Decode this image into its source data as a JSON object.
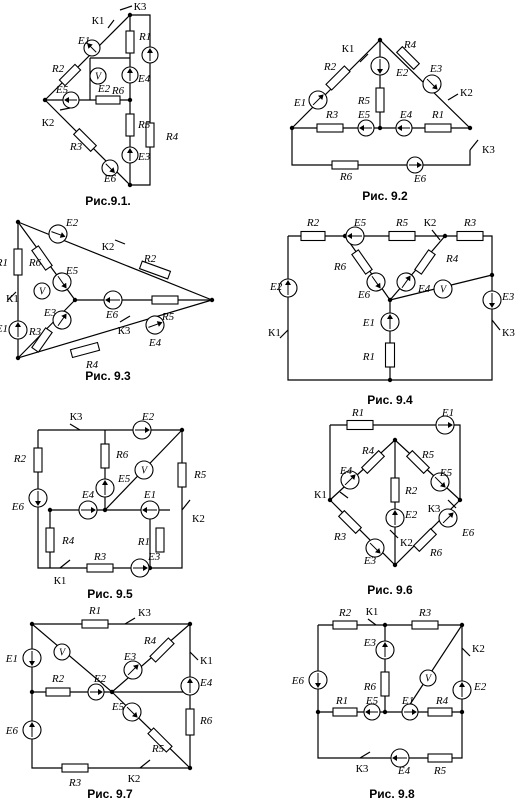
{
  "figures": [
    {
      "id": "9.1",
      "caption": "Рис.9.1.",
      "labels": [
        {
          "t": "К1",
          "k": "sw"
        },
        {
          "t": "К3",
          "k": "sw"
        },
        {
          "t": "К2",
          "k": "sw"
        },
        {
          "t": "R1",
          "k": "r"
        },
        {
          "t": "R2",
          "k": "r"
        },
        {
          "t": "R3",
          "k": "r"
        },
        {
          "t": "R4",
          "k": "r"
        },
        {
          "t": "R5",
          "k": "r"
        },
        {
          "t": "R6",
          "k": "r"
        },
        {
          "t": "E1",
          "k": "e"
        },
        {
          "t": "E2",
          "k": "e"
        },
        {
          "t": "E3",
          "k": "e"
        },
        {
          "t": "E4",
          "k": "e"
        },
        {
          "t": "E5",
          "k": "e"
        },
        {
          "t": "E6",
          "k": "e"
        }
      ]
    },
    {
      "id": "9.2",
      "caption": "Рис. 9.2",
      "labels": [
        {
          "t": "К1",
          "k": "sw"
        },
        {
          "t": "К2",
          "k": "sw"
        },
        {
          "t": "К3",
          "k": "sw"
        },
        {
          "t": "R1",
          "k": "r"
        },
        {
          "t": "R2",
          "k": "r"
        },
        {
          "t": "R3",
          "k": "r"
        },
        {
          "t": "R4",
          "k": "r"
        },
        {
          "t": "R5",
          "k": "r"
        },
        {
          "t": "R6",
          "k": "r"
        },
        {
          "t": "E1",
          "k": "e"
        },
        {
          "t": "E2",
          "k": "e"
        },
        {
          "t": "E3",
          "k": "e"
        },
        {
          "t": "E4",
          "k": "e"
        },
        {
          "t": "E5",
          "k": "e"
        },
        {
          "t": "E6",
          "k": "e"
        }
      ]
    },
    {
      "id": "9.3",
      "caption": "Рис. 9.3",
      "labels": [
        {
          "t": "К1",
          "k": "sw"
        },
        {
          "t": "К2",
          "k": "sw"
        },
        {
          "t": "К3",
          "k": "sw"
        },
        {
          "t": "R1",
          "k": "r"
        },
        {
          "t": "R2",
          "k": "r"
        },
        {
          "t": "R3",
          "k": "r"
        },
        {
          "t": "R4",
          "k": "r"
        },
        {
          "t": "R5",
          "k": "r"
        },
        {
          "t": "R6",
          "k": "r"
        },
        {
          "t": "E1",
          "k": "e"
        },
        {
          "t": "E2",
          "k": "e"
        },
        {
          "t": "E3",
          "k": "e"
        },
        {
          "t": "E4",
          "k": "e"
        },
        {
          "t": "E5",
          "k": "e"
        },
        {
          "t": "E6",
          "k": "e"
        }
      ]
    },
    {
      "id": "9.4",
      "caption": "Рис. 9.4",
      "labels": [
        {
          "t": "К1",
          "k": "sw"
        },
        {
          "t": "К2",
          "k": "sw"
        },
        {
          "t": "К3",
          "k": "sw"
        },
        {
          "t": "R1",
          "k": "r"
        },
        {
          "t": "R2",
          "k": "r"
        },
        {
          "t": "R3",
          "k": "r"
        },
        {
          "t": "R4",
          "k": "r"
        },
        {
          "t": "R5",
          "k": "r"
        },
        {
          "t": "R6",
          "k": "r"
        },
        {
          "t": "E1",
          "k": "e"
        },
        {
          "t": "E2",
          "k": "e"
        },
        {
          "t": "E3",
          "k": "e"
        },
        {
          "t": "E4",
          "k": "e"
        },
        {
          "t": "E5",
          "k": "e"
        },
        {
          "t": "E6",
          "k": "e"
        }
      ]
    },
    {
      "id": "9.5",
      "caption": "Рис. 9.5",
      "labels": [
        {
          "t": "К1",
          "k": "sw"
        },
        {
          "t": "К2",
          "k": "sw"
        },
        {
          "t": "К3",
          "k": "sw"
        },
        {
          "t": "R1",
          "k": "r"
        },
        {
          "t": "R2",
          "k": "r"
        },
        {
          "t": "R3",
          "k": "r"
        },
        {
          "t": "R4",
          "k": "r"
        },
        {
          "t": "R5",
          "k": "r"
        },
        {
          "t": "R6",
          "k": "r"
        },
        {
          "t": "E1",
          "k": "e"
        },
        {
          "t": "E2",
          "k": "e"
        },
        {
          "t": "E3",
          "k": "e"
        },
        {
          "t": "E4",
          "k": "e"
        },
        {
          "t": "E5",
          "k": "e"
        },
        {
          "t": "E6",
          "k": "e"
        }
      ]
    },
    {
      "id": "9.6",
      "caption": "Рис. 9.6",
      "labels": [
        {
          "t": "К1",
          "k": "sw"
        },
        {
          "t": "К2",
          "k": "sw"
        },
        {
          "t": "К3",
          "k": "sw"
        },
        {
          "t": "R1",
          "k": "r"
        },
        {
          "t": "R2",
          "k": "r"
        },
        {
          "t": "R3",
          "k": "r"
        },
        {
          "t": "R4",
          "k": "r"
        },
        {
          "t": "R5",
          "k": "r"
        },
        {
          "t": "R6",
          "k": "r"
        },
        {
          "t": "E1",
          "k": "e"
        },
        {
          "t": "E2",
          "k": "e"
        },
        {
          "t": "E3",
          "k": "e"
        },
        {
          "t": "E4",
          "k": "e"
        },
        {
          "t": "E5",
          "k": "e"
        },
        {
          "t": "E6",
          "k": "e"
        }
      ]
    },
    {
      "id": "9.7",
      "caption": "Рис. 9.7",
      "labels": [
        {
          "t": "К1",
          "k": "sw"
        },
        {
          "t": "К2",
          "k": "sw"
        },
        {
          "t": "К3",
          "k": "sw"
        },
        {
          "t": "R1",
          "k": "r"
        },
        {
          "t": "R2",
          "k": "r"
        },
        {
          "t": "R3",
          "k": "r"
        },
        {
          "t": "R4",
          "k": "r"
        },
        {
          "t": "R5",
          "k": "r"
        },
        {
          "t": "R6",
          "k": "r"
        },
        {
          "t": "E1",
          "k": "e"
        },
        {
          "t": "E2",
          "k": "e"
        },
        {
          "t": "E3",
          "k": "e"
        },
        {
          "t": "E4",
          "k": "e"
        },
        {
          "t": "E5",
          "k": "e"
        },
        {
          "t": "E6",
          "k": "e"
        }
      ]
    },
    {
      "id": "9.8",
      "caption": "Рис. 9.8",
      "labels": [
        {
          "t": "К1",
          "k": "sw"
        },
        {
          "t": "К2",
          "k": "sw"
        },
        {
          "t": "К3",
          "k": "sw"
        },
        {
          "t": "R1",
          "k": "r"
        },
        {
          "t": "R2",
          "k": "r"
        },
        {
          "t": "R3",
          "k": "r"
        },
        {
          "t": "R4",
          "k": "r"
        },
        {
          "t": "R5",
          "k": "r"
        },
        {
          "t": "R6",
          "k": "r"
        },
        {
          "t": "E1",
          "k": "e"
        },
        {
          "t": "E2",
          "k": "e"
        },
        {
          "t": "E3",
          "k": "e"
        },
        {
          "t": "E4",
          "k": "e"
        },
        {
          "t": "E5",
          "k": "e"
        },
        {
          "t": "E6",
          "k": "e"
        }
      ]
    }
  ],
  "voltmeter_symbol": "V"
}
